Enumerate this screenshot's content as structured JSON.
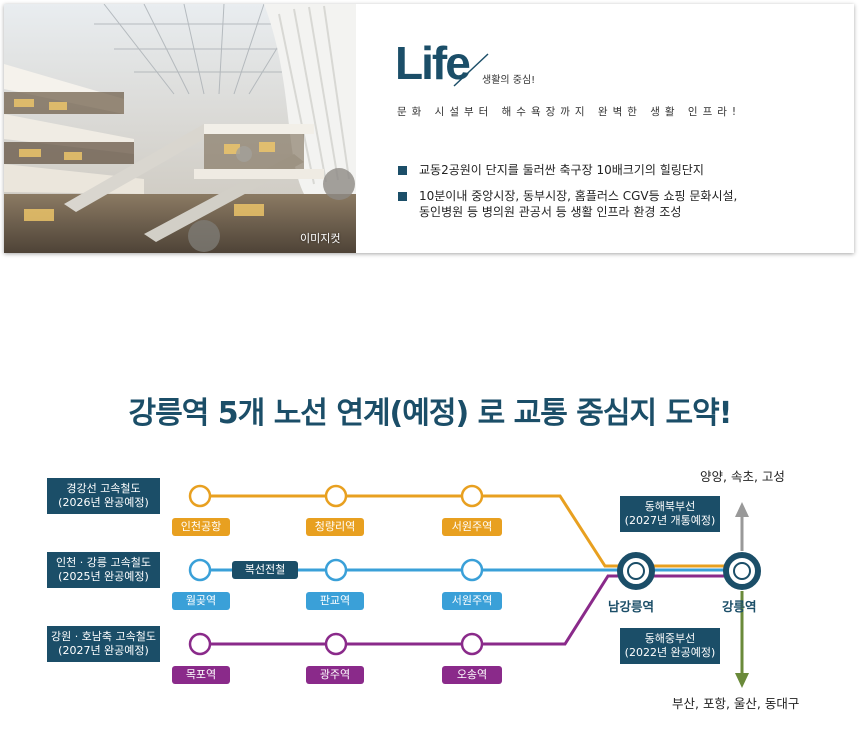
{
  "life": {
    "photo_caption": "이미지컷",
    "heading": "Life",
    "subheading": "생활의 중심!",
    "tagline": "문화 시설부터 해수욕장까지 완벽한 생활 인프라!",
    "bullets": [
      {
        "lines": [
          "교동2공원이 단지를 둘러싼 축구장 10배크기의 힐링단지"
        ]
      },
      {
        "lines": [
          "10분이내 중앙시장, 동부시장, 홈플러스 CGV등 쇼핑 문화시설,",
          "동인병원 등 병의원 관공서 등 생활 인프라 환경 조성"
        ]
      }
    ]
  },
  "transit": {
    "title": "강릉역 5개 노선 연계(예정) 로 교통 중심지 도약!",
    "lines": [
      {
        "name_lines": [
          "경강선 고속철도",
          "(2026년 완공예정)"
        ],
        "color": "#e8a020",
        "stations": [
          "인천공항",
          "청량리역",
          "서원주역"
        ],
        "section_label": ""
      },
      {
        "name_lines": [
          "인천 · 강릉 고속철도",
          "(2025년 완공예정)"
        ],
        "color": "#3aa0d8",
        "stations": [
          "월곶역",
          "판교역",
          "서원주역"
        ],
        "section_label": "복선전철"
      },
      {
        "name_lines": [
          "강원 · 호남축 고속철도",
          "(2027년 완공예정)"
        ],
        "color": "#8a2a8a",
        "stations": [
          "목포역",
          "광주역",
          "오송역"
        ],
        "section_label": ""
      }
    ],
    "hubs": [
      "남강릉역",
      "강릉역"
    ],
    "north": {
      "name_lines": [
        "동해북부선",
        "(2027년 개통예정)"
      ],
      "destination": "양양, 속초, 고성",
      "color": "#999999"
    },
    "south": {
      "name_lines": [
        "동해중부선",
        "(2022년 완공예정)"
      ],
      "destination": "부산, 포항, 울산, 동대구",
      "color": "#6a8a3a"
    },
    "hub_color": "#1b4e68"
  }
}
